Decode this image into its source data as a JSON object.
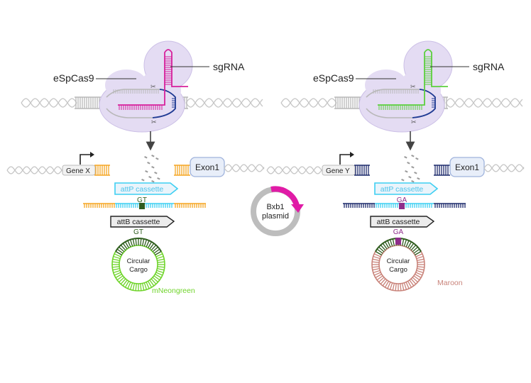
{
  "colors": {
    "cas9_fill": "#e4dcf3",
    "cas9_stroke": "#cbbfe6",
    "dna_grey": "#b8b8b8",
    "pam_blue": "#1f3a93",
    "orange": "#f5a623",
    "navy": "#1c2a6b",
    "cyan": "#3dcff2",
    "magenta": "#e01ba6",
    "neon_green": "#6fd42a",
    "dark_green": "#2f5d1f",
    "maroon": "#c9837a",
    "ga_purple": "#8e2d8a"
  },
  "panels": [
    {
      "cas9_label": "eSpCas9",
      "sgrna_label": "sgRNA",
      "sgrna_color": "#d6219c",
      "gene_label": "Gene X",
      "flank_color": "#f5a623",
      "exon_label": "Exon1",
      "attp_label": "attP cassette",
      "attp_dinucleotide": "GT",
      "attb_label": "attB cassette",
      "attb_dinucleotide": "GT",
      "dinucleotide_color": "#2f5d1f",
      "cargo_line1": "Circular",
      "cargo_line2": "Cargo",
      "cargo_color": "#6fd42a",
      "cargo_name": "mNeongreen"
    },
    {
      "cas9_label": "eSpCas9",
      "sgrna_label": "sgRNA",
      "sgrna_color": "#5ccf3f",
      "gene_label": "Gene Y",
      "flank_color": "#1c2a6b",
      "exon_label": "Exon1",
      "attp_label": "attP cassette",
      "attp_dinucleotide": "GA",
      "attb_label": "attB cassette",
      "attb_dinucleotide": "GA",
      "dinucleotide_color": "#8e2d8a",
      "cargo_line1": "Circular",
      "cargo_line2": "Cargo",
      "cargo_color": "#c9837a",
      "cargo_name": "Maroon"
    }
  ],
  "plasmid": {
    "line1": "Bxb1",
    "line2": "plasmid"
  }
}
